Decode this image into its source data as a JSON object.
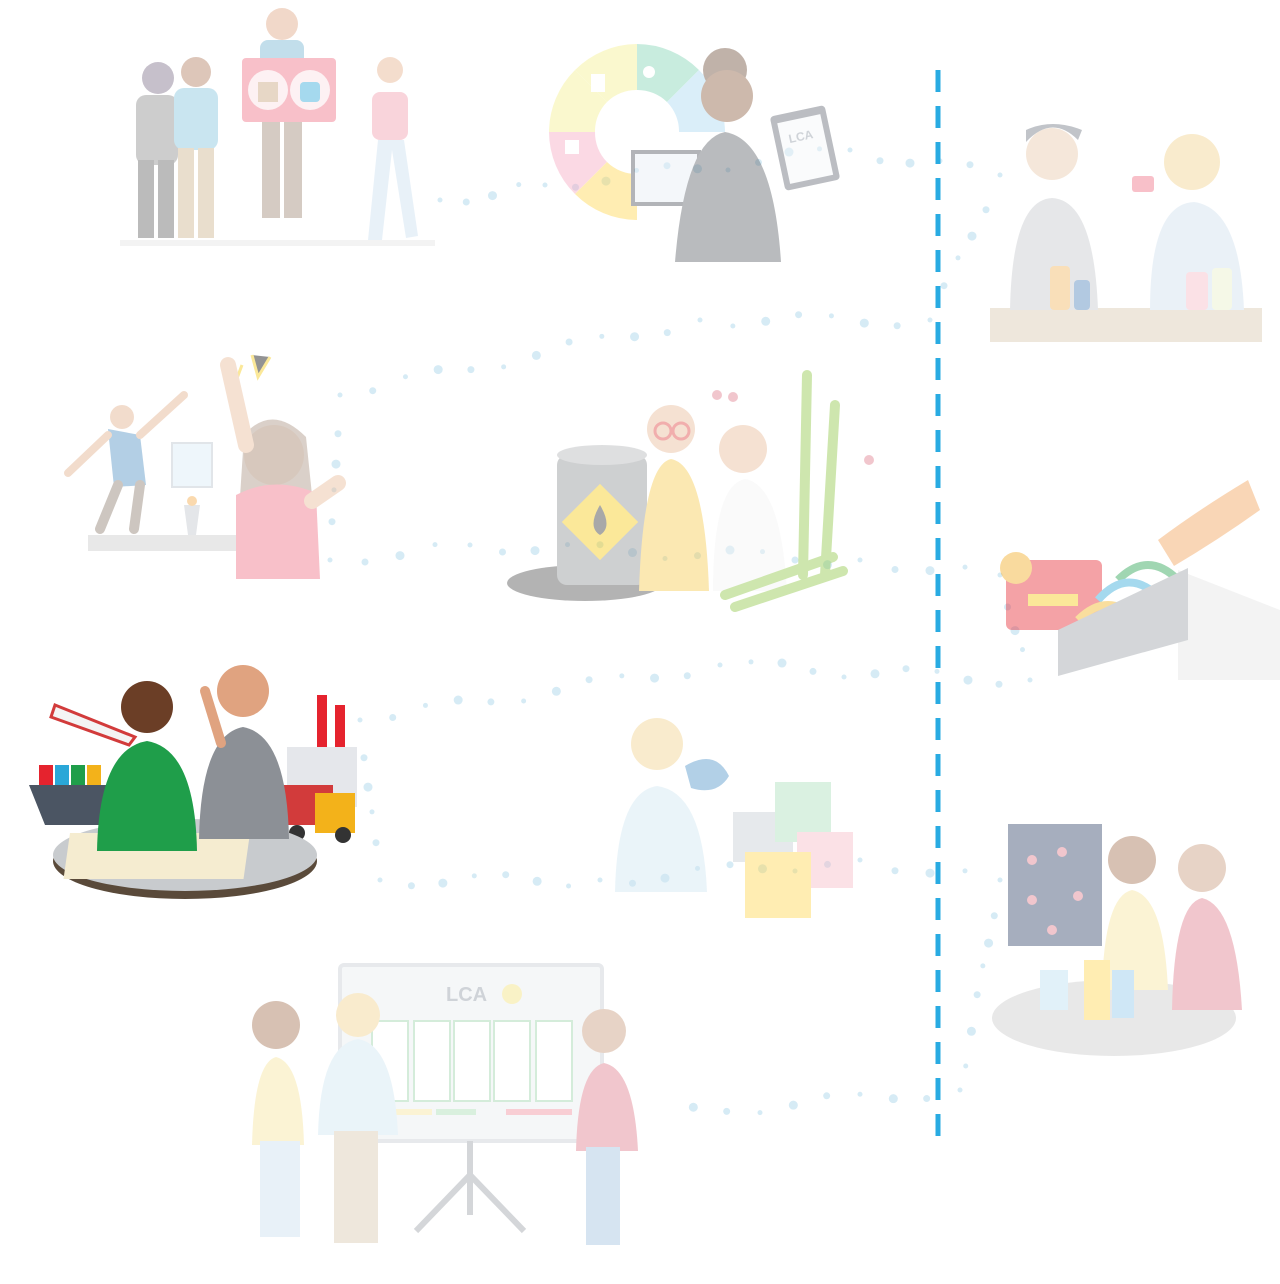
{
  "board": {
    "panel_title": "LCA",
    "clipboard_label": "LCA"
  },
  "colors": {
    "divider": "#29abe2",
    "dots": "#d6ebf5",
    "sign_pink": "#f06a80",
    "hoodie_green": "#1f9e4a",
    "truck_yellow": "#f3b21a",
    "barrel_grey": "#8d9092",
    "cane_green": "#8cc63f"
  },
  "scenes": [
    {
      "id": "group-with-bag-sign",
      "icons": [
        "shopping-bag-icon",
        "reusable-bag-icon"
      ]
    },
    {
      "id": "expert-with-clipboard",
      "icons": [
        "trash-icon",
        "water-drop-icon",
        "plant-icon",
        "box-icon",
        "truck-icon",
        "video-call-icon"
      ]
    },
    {
      "id": "students-cosmetics",
      "icons": [
        "cream-jar-icon",
        "lotion-bottle-icon"
      ]
    },
    {
      "id": "lab-celebration",
      "icons": [
        "beaker-icon",
        "bunsen-burner-icon"
      ]
    },
    {
      "id": "oil-vs-sugarcane",
      "icons": [
        "oil-barrel-icon",
        "oil-drop-icon",
        "sugarcane-icon",
        "molecule-icon"
      ]
    },
    {
      "id": "hand-picking-packaging",
      "icons": [
        "red-jar-icon",
        "medal-icon",
        "packaging-rack-icon"
      ]
    },
    {
      "id": "transport-and-map",
      "icons": [
        "airplane-icon",
        "cargo-ship-icon",
        "factory-icon",
        "truck-icon",
        "world-map-icon"
      ]
    },
    {
      "id": "thinking-about-waste",
      "icons": [
        "game-controller-icon",
        "recycling-bins-icon"
      ]
    },
    {
      "id": "flowchart-at-table",
      "icons": [
        "flowchart-poster-icon",
        "bottles-icon"
      ]
    },
    {
      "id": "presentation-board",
      "icons": [
        "whiteboard-icon",
        "pie-chart-icon"
      ]
    }
  ]
}
